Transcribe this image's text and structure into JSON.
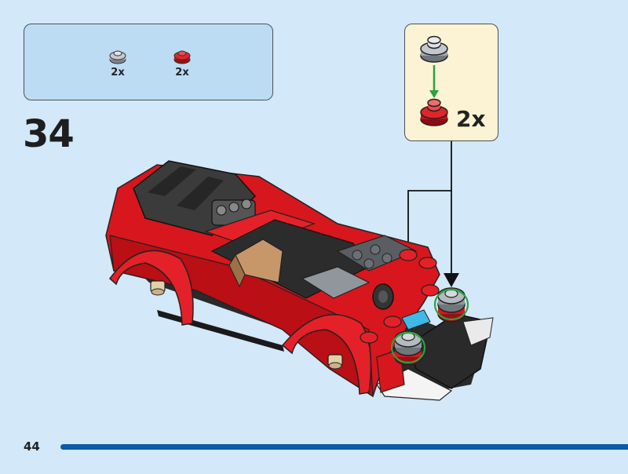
{
  "parts_list": {
    "items": [
      {
        "color": "light-bluish-gray",
        "fill": "#a6adb3",
        "quantity": "2x"
      },
      {
        "color": "red",
        "fill": "#d8161d",
        "quantity": "2x"
      }
    ]
  },
  "step": {
    "number": "34"
  },
  "callout": {
    "quantity": "2x"
  },
  "colors": {
    "background": "#d3e8f8",
    "parts_box": "#bcdcf4",
    "callout_box": "#fbf3d4",
    "brick_red": "#d8161d",
    "footer_bar": "#0a5aa8",
    "arrow_green": "#2aa33c"
  },
  "footer": {
    "page_number": "44"
  }
}
